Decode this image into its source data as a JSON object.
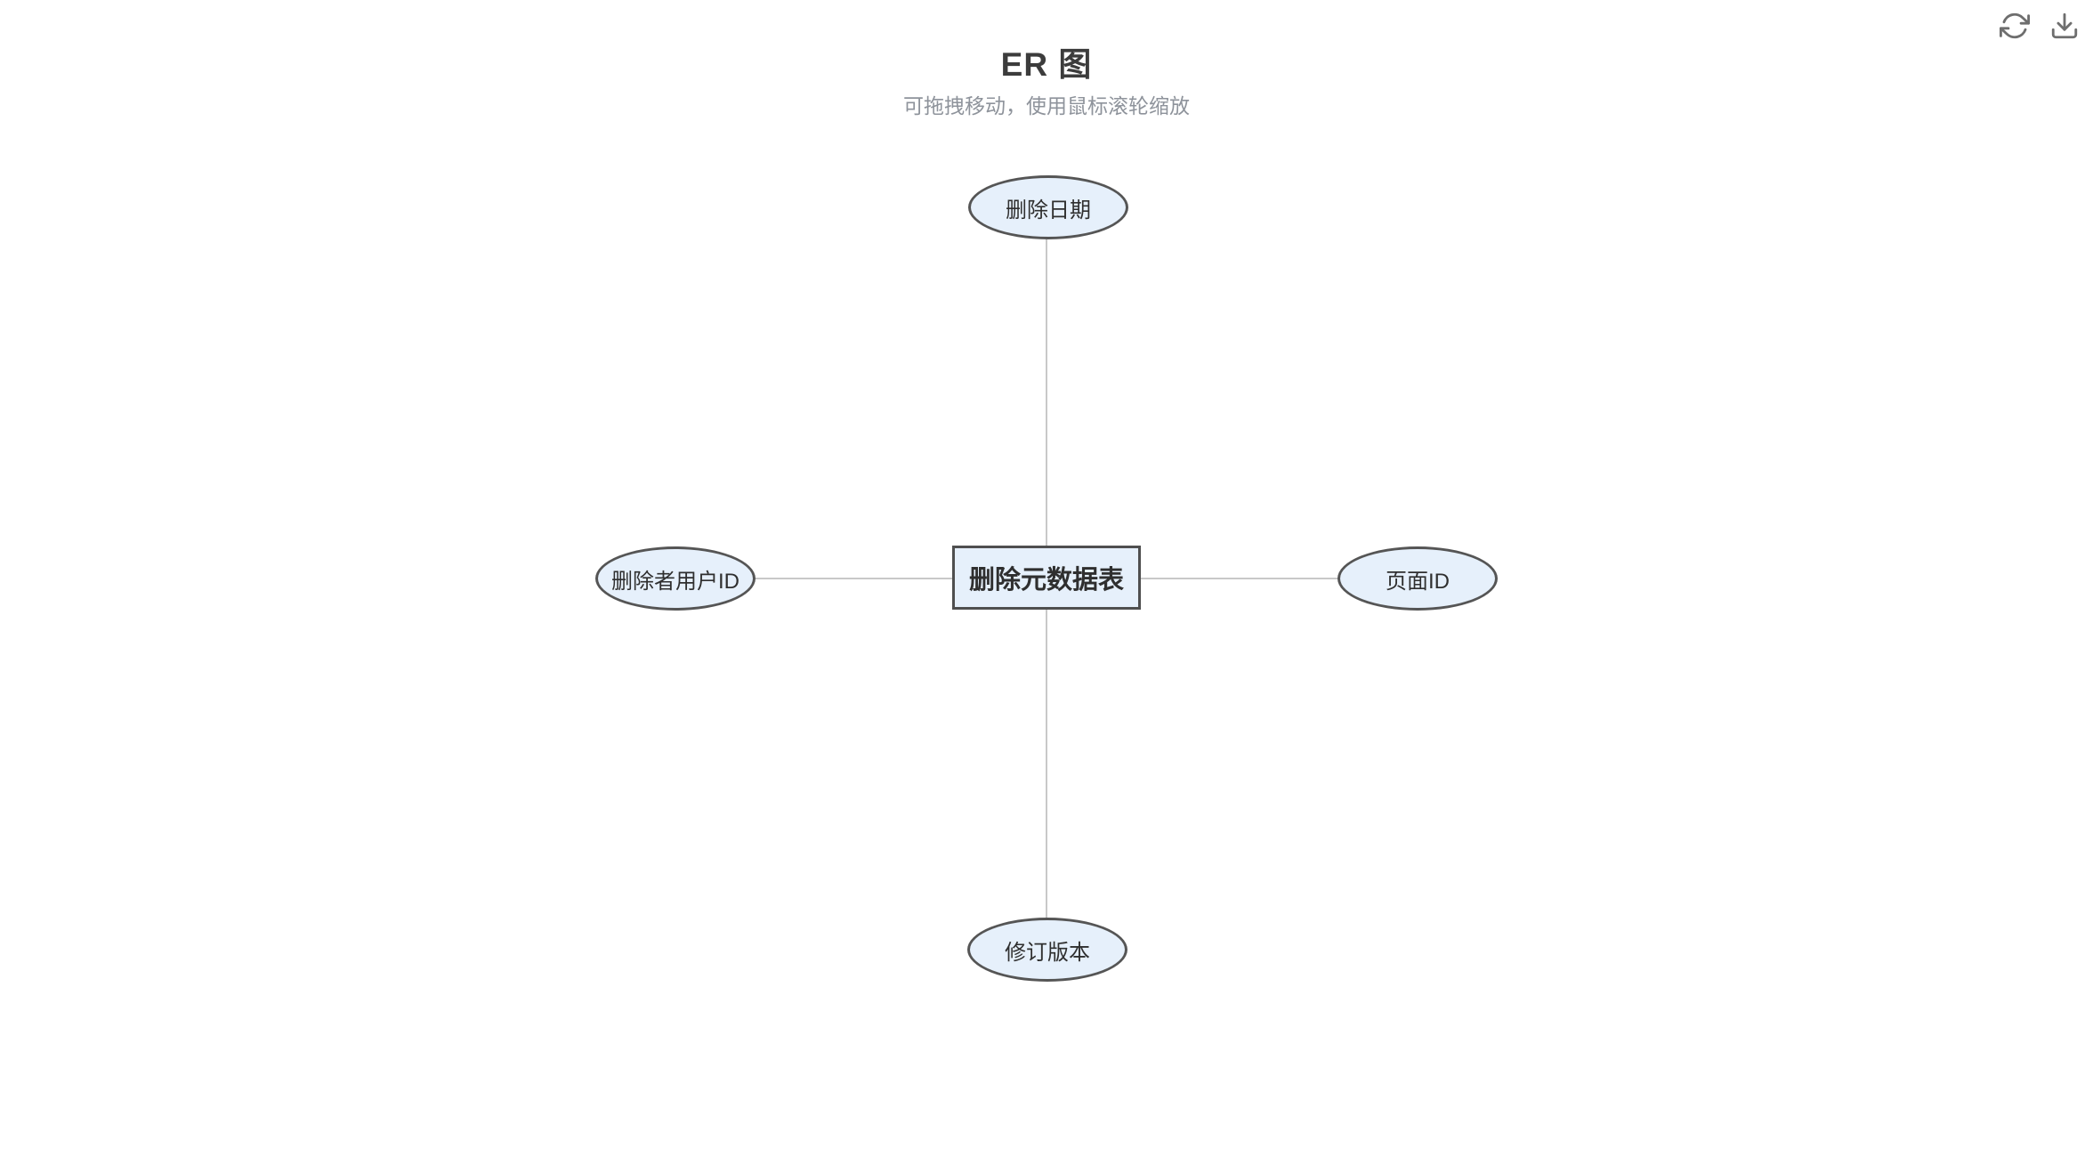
{
  "header": {
    "title": "ER 图",
    "subtitle": "可拖拽移动，使用鼠标滚轮缩放"
  },
  "toolbar": {
    "icons": [
      {
        "name": "refresh-icon"
      },
      {
        "name": "download-icon"
      }
    ]
  },
  "diagram": {
    "entity": {
      "label": "删除元数据表",
      "shape": "rectangle"
    },
    "attributes": [
      {
        "label": "删除日期",
        "position": "top",
        "shape": "ellipse"
      },
      {
        "label": "删除者用户ID",
        "position": "left",
        "shape": "ellipse"
      },
      {
        "label": "页面ID",
        "position": "right",
        "shape": "ellipse"
      },
      {
        "label": "修订版本",
        "position": "bottom",
        "shape": "ellipse"
      }
    ],
    "colors": {
      "node_fill": "#E6F0FB",
      "node_border": "#555555",
      "edge": "#C8C8C8"
    }
  }
}
